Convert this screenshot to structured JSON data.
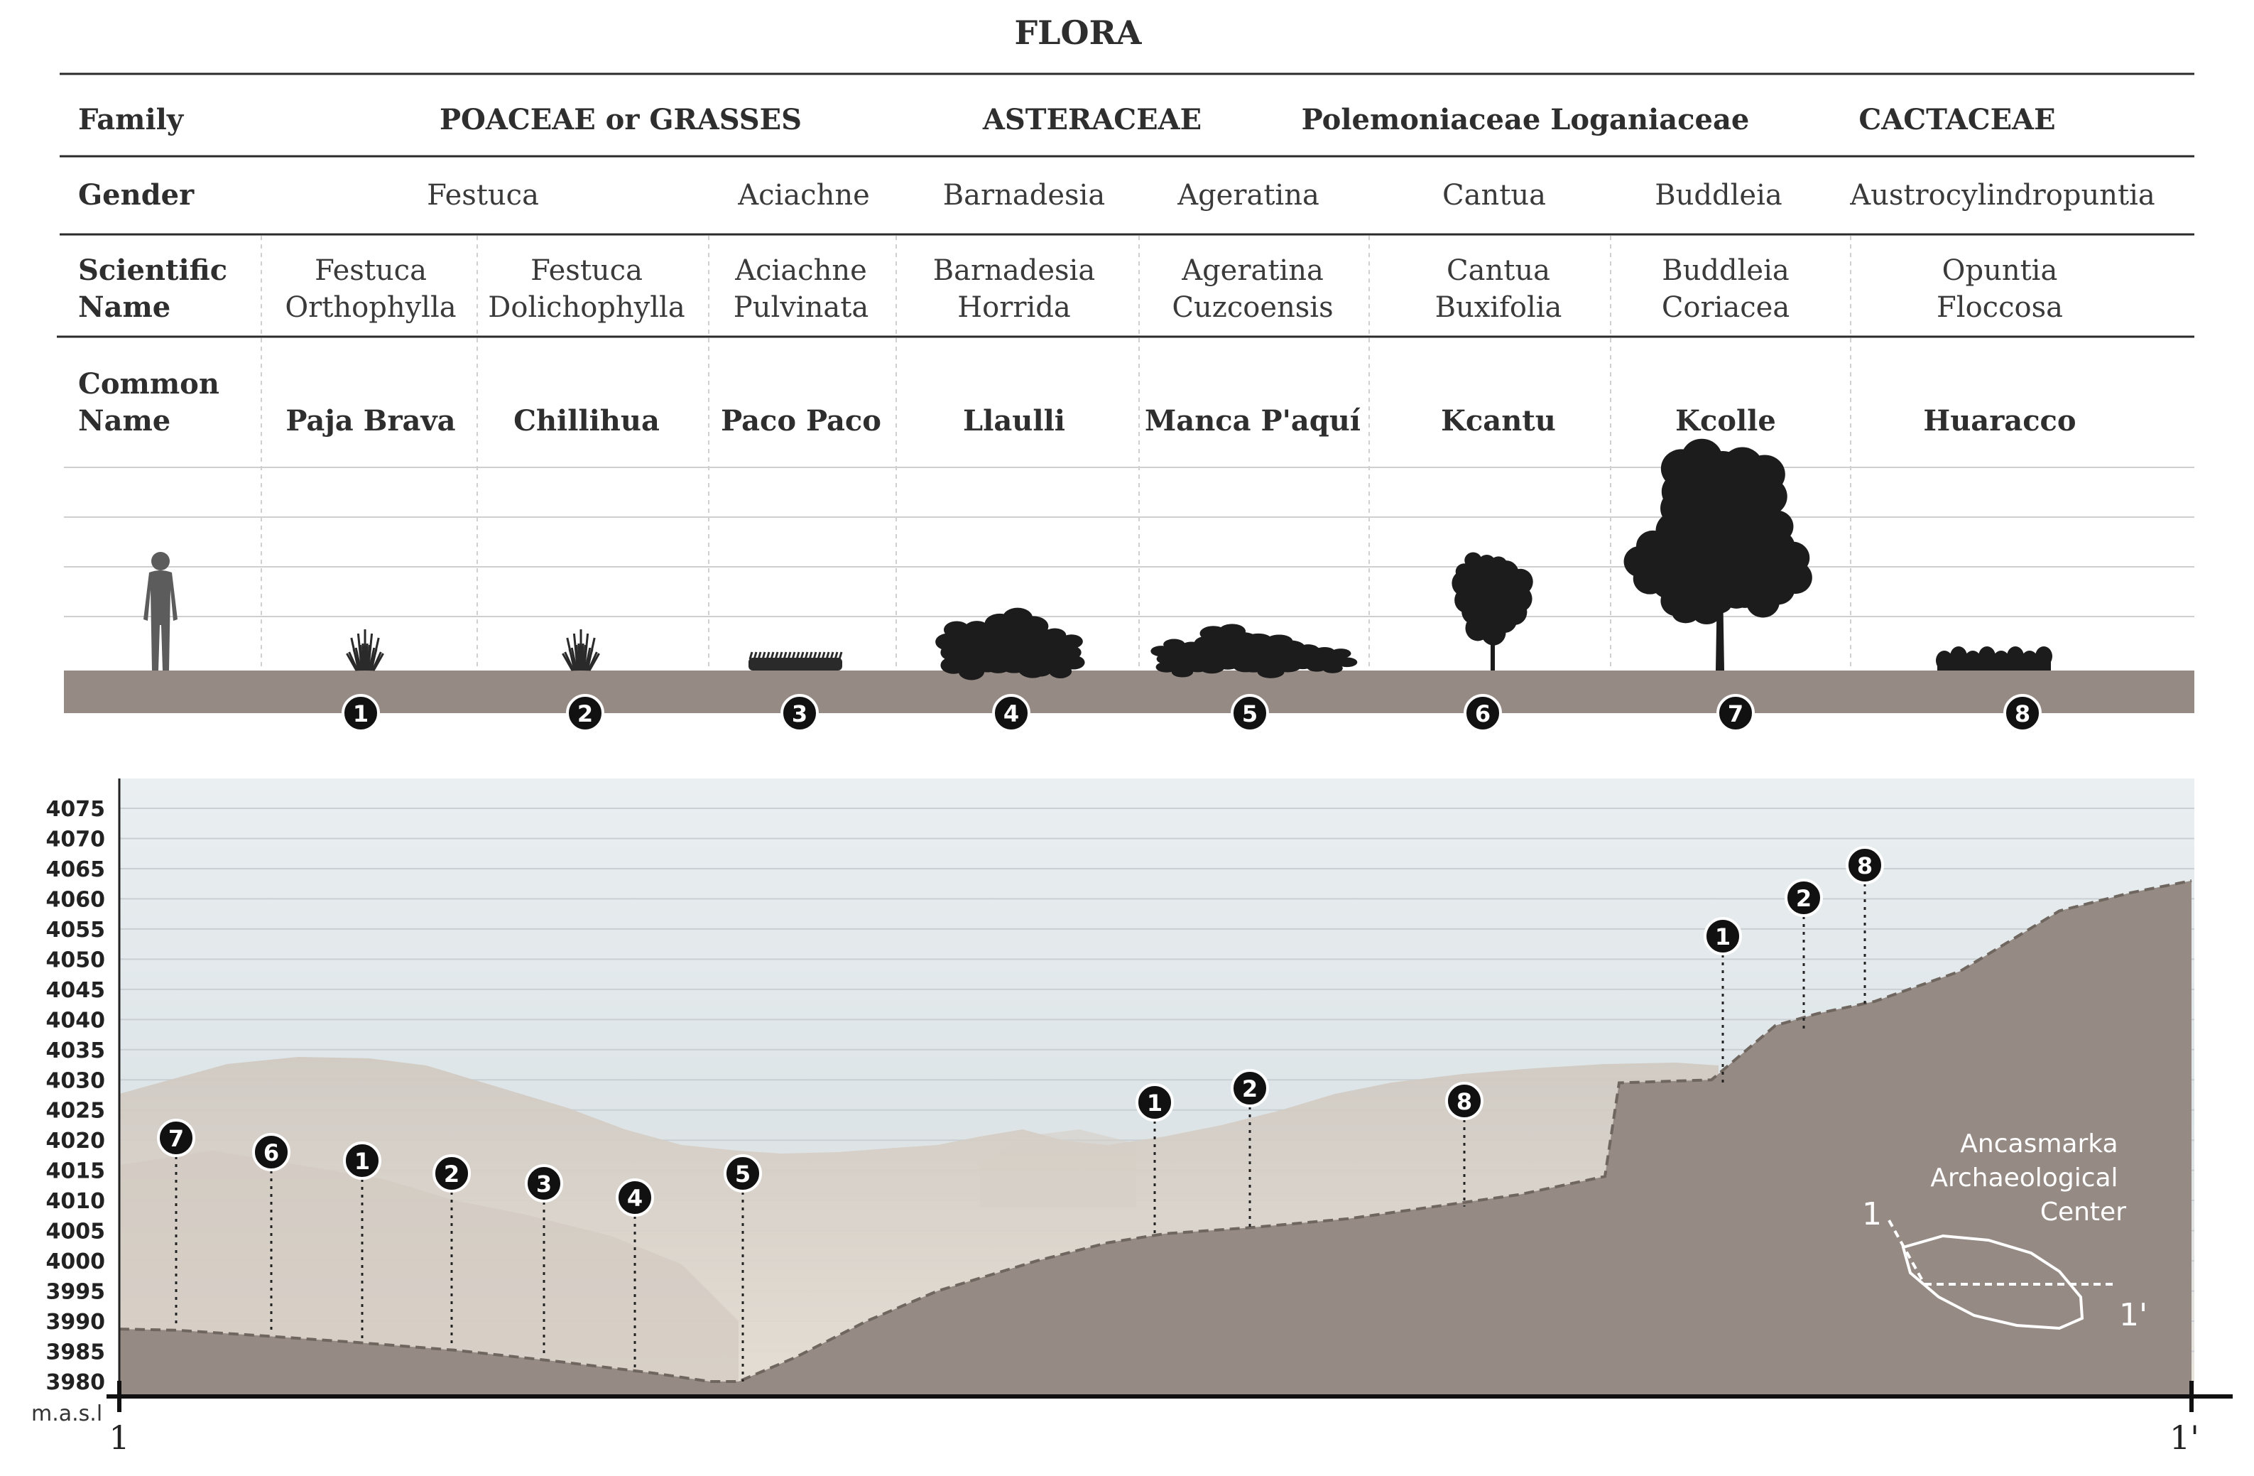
{
  "title": "FLORA",
  "table": {
    "family_label": "Family",
    "gender_label": "Gender",
    "scientific_label": [
      "Scientific",
      "Name"
    ],
    "common_label": [
      "Common",
      "Name"
    ],
    "families": [
      "POACEAE or GRASSES",
      "ASTERACEAE",
      "Polemoniaceae Loganiaceae",
      "CACTACEAE"
    ],
    "genders": [
      "Festuca",
      "Aciachne",
      "Barnadesia",
      "Ageratina",
      "Cantua",
      "Buddleia",
      "Austrocylindropuntia"
    ],
    "species": [
      {
        "num": "1",
        "sci": [
          "Festuca",
          "Orthophylla"
        ],
        "common": "Paja Brava",
        "plant": "grass"
      },
      {
        "num": "2",
        "sci": [
          "Festuca",
          "Dolichophylla"
        ],
        "common": "Chillihua",
        "plant": "grass"
      },
      {
        "num": "3",
        "sci": [
          "Aciachne",
          "Pulvinata"
        ],
        "common": "Paco Paco",
        "plant": "cushion"
      },
      {
        "num": "4",
        "sci": [
          "Barnadesia",
          "Horrida"
        ],
        "common": "Llaulli",
        "plant": "shrub"
      },
      {
        "num": "5",
        "sci": [
          "Ageratina",
          "Cuzcoensis"
        ],
        "common": "Manca P'aquí",
        "plant": "low-shrub"
      },
      {
        "num": "6",
        "sci": [
          "Cantua",
          "Buxifolia"
        ],
        "common": "Kcantu",
        "plant": "small-tree"
      },
      {
        "num": "7",
        "sci": [
          "Buddleia",
          "Coriacea"
        ],
        "common": "Kcolle",
        "plant": "tree"
      },
      {
        "num": "8",
        "sci": [
          "Opuntia",
          "Floccosa"
        ],
        "common": "Huaracco",
        "plant": "cactus"
      }
    ]
  },
  "profile": {
    "unit_label": "m.a.s.l",
    "y_ticks": [
      4075,
      4070,
      4065,
      4060,
      4055,
      4050,
      4045,
      4040,
      4035,
      4030,
      4025,
      4020,
      4015,
      4010,
      4005,
      4000,
      3995,
      3990,
      3985,
      3980
    ],
    "start_label": "1",
    "end_label": "1'",
    "site_label": [
      "Ancasmarka",
      "Archaeological",
      "Center"
    ],
    "map_start_label": "1",
    "map_end_label": "1'",
    "markers": [
      {
        "num": "7",
        "elevation": 3989
      },
      {
        "num": "6",
        "elevation": 3988
      },
      {
        "num": "1",
        "elevation": 3987
      },
      {
        "num": "2",
        "elevation": 3986
      },
      {
        "num": "3",
        "elevation": 3984
      },
      {
        "num": "4",
        "elevation": 3982
      },
      {
        "num": "5",
        "elevation": 3980
      },
      {
        "num": "1",
        "elevation": 4004
      },
      {
        "num": "2",
        "elevation": 4005
      },
      {
        "num": "8",
        "elevation": 4009
      },
      {
        "num": "1",
        "elevation": 4029
      },
      {
        "num": "2",
        "elevation": 4038
      },
      {
        "num": "8",
        "elevation": 4042
      }
    ]
  },
  "colors": {
    "ground": "#958a84",
    "rule": "#2a2a2a",
    "text": "#2e2e2e",
    "marker": "#111111",
    "sky": "#e6ecef"
  }
}
